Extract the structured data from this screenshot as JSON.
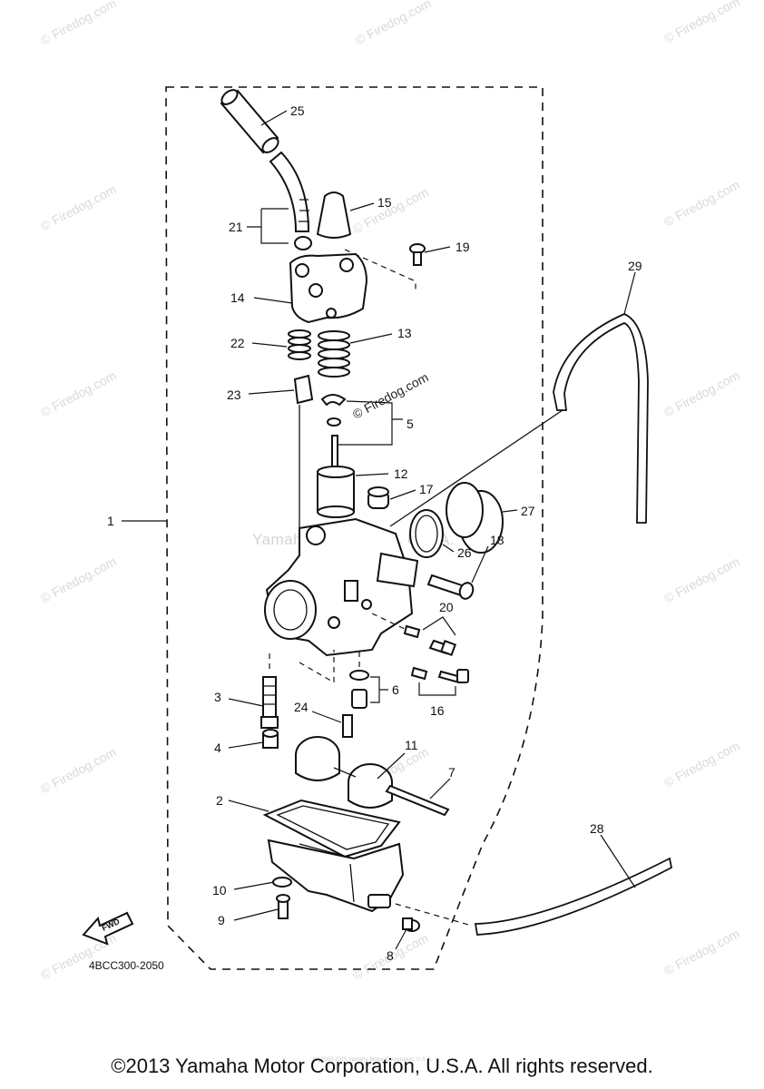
{
  "diagram": {
    "code": "4BCC300-2050",
    "copyright": "©2013 Yamaha Motor Corporation, U.S.A. All rights reserved.",
    "small_print": "(c) 2000-2015 Yamaha Motor Corporation, U.S.A.",
    "watermark": "© Firedog.com",
    "center_watermark": "Yamaha Motor Corp. U.S.A.",
    "fwd_label": "FWD",
    "callouts": [
      {
        "number": "25"
      },
      {
        "number": "21"
      },
      {
        "number": "15"
      },
      {
        "number": "19"
      },
      {
        "number": "14"
      },
      {
        "number": "22"
      },
      {
        "number": "13"
      },
      {
        "number": "23"
      },
      {
        "number": "5"
      },
      {
        "number": "12"
      },
      {
        "number": "17"
      },
      {
        "number": "1"
      },
      {
        "number": "27"
      },
      {
        "number": "26"
      },
      {
        "number": "18"
      },
      {
        "number": "20"
      },
      {
        "number": "3"
      },
      {
        "number": "6"
      },
      {
        "number": "16"
      },
      {
        "number": "24"
      },
      {
        "number": "4"
      },
      {
        "number": "11"
      },
      {
        "number": "7"
      },
      {
        "number": "2"
      },
      {
        "number": "29"
      },
      {
        "number": "28"
      },
      {
        "number": "10"
      },
      {
        "number": "9"
      },
      {
        "number": "8"
      }
    ]
  }
}
